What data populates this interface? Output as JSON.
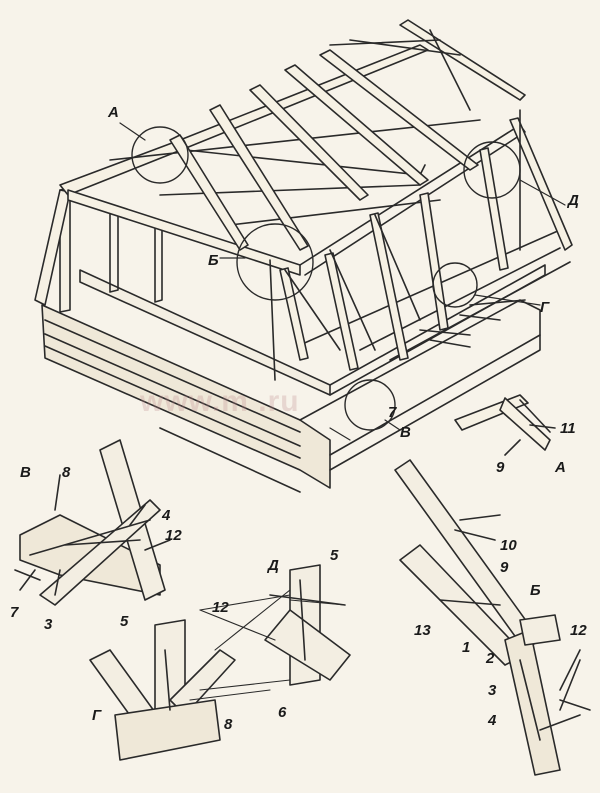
{
  "watermark": "www.m               .ru",
  "labels": {
    "A_top": "А",
    "B_mid": "Б",
    "V_mid": "В",
    "G_mid": "Г",
    "D_mid": "Д",
    "A_detail": "А",
    "B_detail": "Б",
    "V_detail": "В",
    "G_detail": "Г",
    "D_detail": "Д"
  },
  "numbers": {
    "n11": "11",
    "n9a": "9",
    "n7a": "7",
    "v8": "8",
    "v4": "4",
    "v12": "12",
    "v7": "7",
    "v3": "3",
    "d5": "5",
    "d12": "12",
    "g5": "5",
    "d6": "6",
    "g8": "8",
    "b10": "10",
    "b9": "9",
    "b13": "13",
    "b1": "1",
    "b2": "2",
    "b12": "12",
    "b3": "3",
    "b4": "4"
  }
}
